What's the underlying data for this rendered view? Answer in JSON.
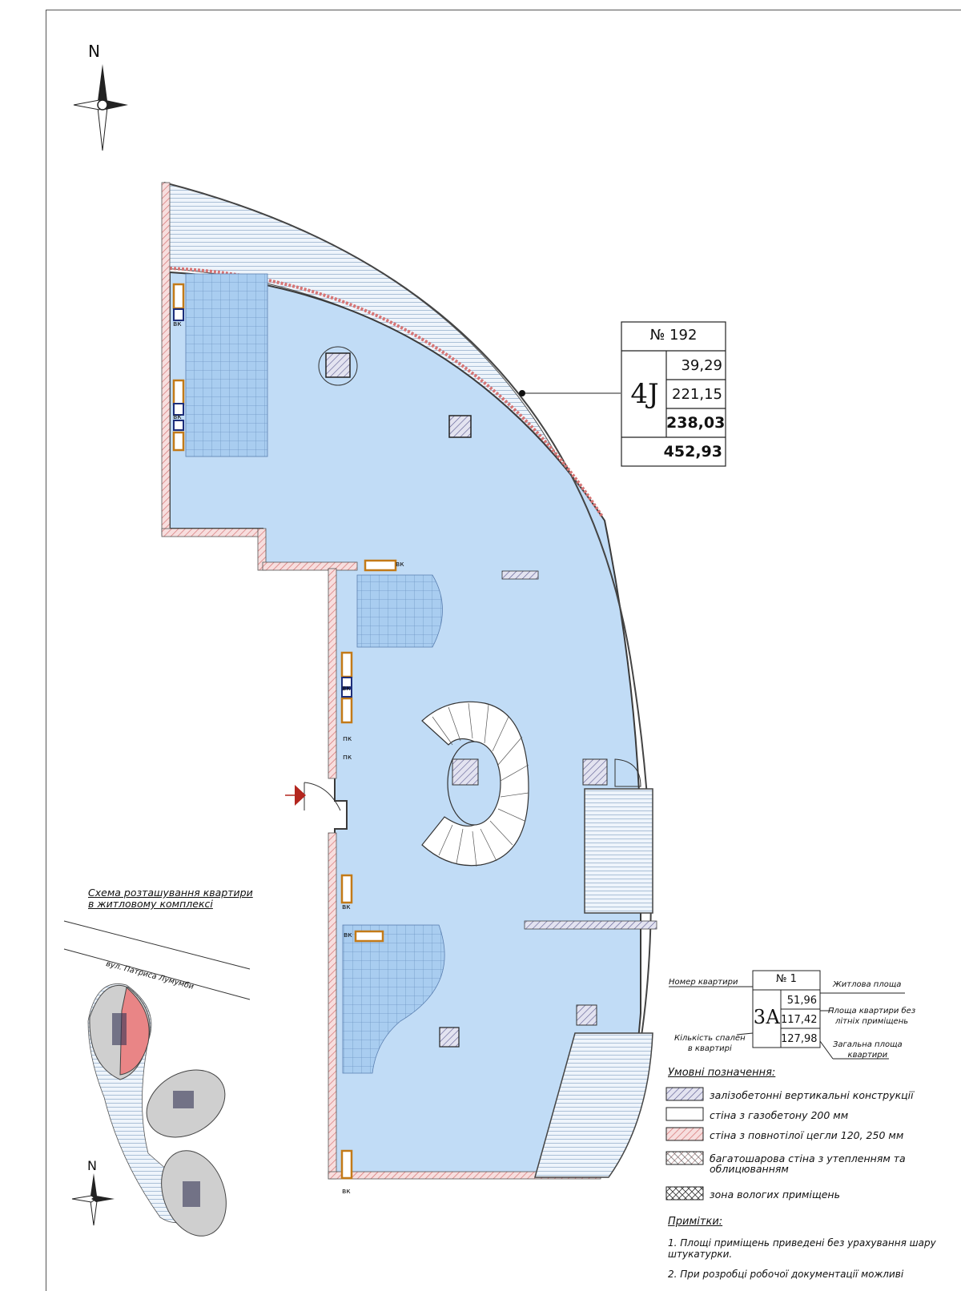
{
  "compass_main": {
    "north_label": "N"
  },
  "apartment_box": {
    "number": "№ 192",
    "rooms_code": "4J",
    "living_area": "39,29",
    "area_without_summer": "221,15",
    "total_area": "238,03",
    "grand_total": "452,93"
  },
  "floor_marks": {
    "vk": "вк",
    "pk": "пк"
  },
  "scheme": {
    "title_line1": "Схема розташування квартири",
    "title_line2": "в житловому комплексі",
    "street": "вул. Патриса Лумумби",
    "north_label": "N"
  },
  "key": {
    "number": "№ 1",
    "rooms_code": "3А",
    "living_area": "51,96",
    "area_without_summer": "117,42",
    "total_area": "127,98",
    "label_number": "Номер квартири",
    "label_living": "Житлова площа",
    "label_without_summer_1": "Площа квартири без",
    "label_without_summer_2": "літніх приміщень",
    "label_total_1": "Загальна площа",
    "label_total_2": "квартири",
    "label_bedrooms_1": "Кількість спален",
    "label_bedrooms_2": "в квартирі"
  },
  "legend": {
    "title": "Умовні позначення:",
    "items": [
      "залізобетонні вертикальні конструкції",
      "стіна з газобетону 200 мм",
      "стіна з повнотілої цегли 120, 250 мм",
      "багатошарова стіна з утепленням та облицюванням",
      "зона вологих приміщень"
    ]
  },
  "notes": {
    "title": "Примітки:",
    "note1_line1": "1. Площі приміщень приведені без урахування шару",
    "note1_line2": "штукатурки.",
    "note2_line1": "2. При розробці робочої документації можливі"
  }
}
